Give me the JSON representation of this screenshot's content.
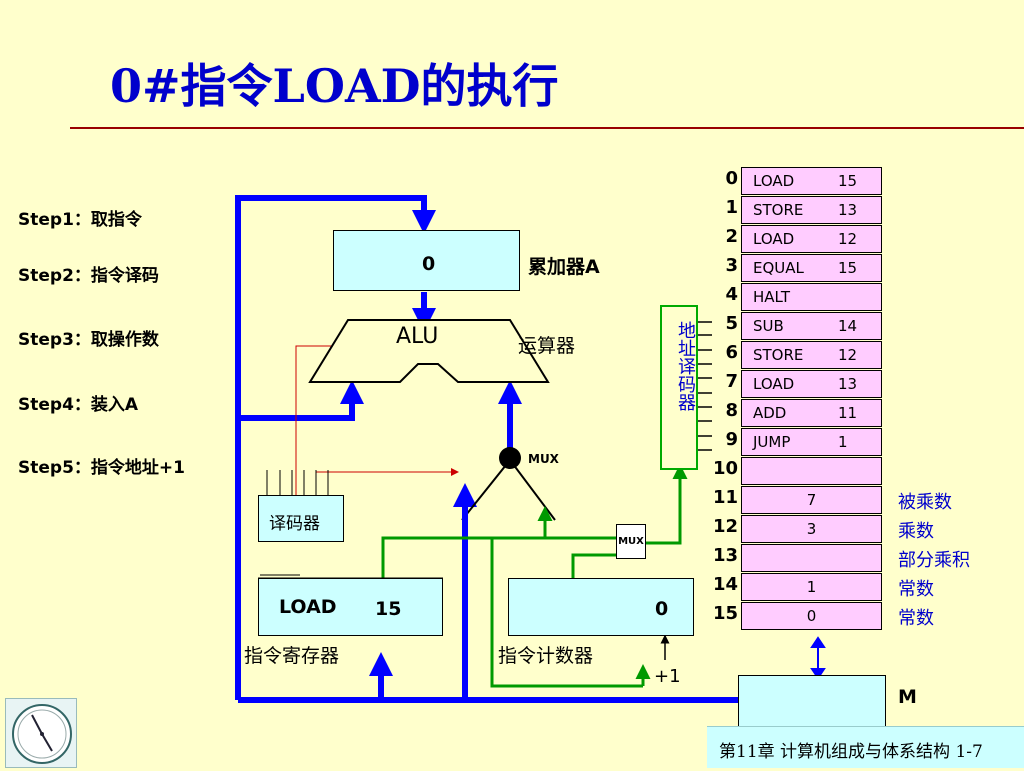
{
  "title": "0#指令LOAD的执行",
  "steps": [
    {
      "label": "Step1：取指令"
    },
    {
      "label": "Step2：指令译码"
    },
    {
      "label": "Step3：取操作数"
    },
    {
      "label": "Step4：装入A"
    },
    {
      "label": "Step5：指令地址+1"
    }
  ],
  "accumulator": {
    "value": "0",
    "label": "累加器A"
  },
  "alu": {
    "text": "ALU",
    "label": "运算器"
  },
  "mux_upper": "MUX",
  "mux_lower": "MUX",
  "decoder": {
    "label": "译码器"
  },
  "address_decoder": {
    "label": "地址译码器"
  },
  "instruction_register": {
    "op": "LOAD",
    "operand": "15",
    "label": "指令寄存器"
  },
  "program_counter": {
    "value": "0",
    "label": "指令计数器",
    "increment": "+1"
  },
  "memory": {
    "label": "M",
    "rows": [
      {
        "addr": "0",
        "op": "LOAD",
        "arg": "15",
        "value": "",
        "note": ""
      },
      {
        "addr": "1",
        "op": "STORE",
        "arg": "13",
        "value": "",
        "note": ""
      },
      {
        "addr": "2",
        "op": "LOAD",
        "arg": "12",
        "value": "",
        "note": ""
      },
      {
        "addr": "3",
        "op": "EQUAL",
        "arg": "15",
        "value": "",
        "note": ""
      },
      {
        "addr": "4",
        "op": "HALT",
        "arg": "",
        "value": "",
        "note": ""
      },
      {
        "addr": "5",
        "op": "SUB",
        "arg": "14",
        "value": "",
        "note": ""
      },
      {
        "addr": "6",
        "op": "STORE",
        "arg": "12",
        "value": "",
        "note": ""
      },
      {
        "addr": "7",
        "op": "LOAD",
        "arg": "13",
        "value": "",
        "note": ""
      },
      {
        "addr": "8",
        "op": "ADD",
        "arg": "11",
        "value": "",
        "note": ""
      },
      {
        "addr": "9",
        "op": "JUMP",
        "arg": "1",
        "value": "",
        "note": ""
      },
      {
        "addr": "10",
        "op": "",
        "arg": "",
        "value": "",
        "note": ""
      },
      {
        "addr": "11",
        "op": "",
        "arg": "",
        "value": "7",
        "note": "被乘数"
      },
      {
        "addr": "12",
        "op": "",
        "arg": "",
        "value": "3",
        "note": "乘数"
      },
      {
        "addr": "13",
        "op": "",
        "arg": "",
        "value": "",
        "note": "部分乘积"
      },
      {
        "addr": "14",
        "op": "",
        "arg": "",
        "value": "1",
        "note": "常数"
      },
      {
        "addr": "15",
        "op": "",
        "arg": "",
        "value": "0",
        "note": "常数"
      }
    ]
  },
  "footer": {
    "text": "第11章 计算机组成与体系结构  1-7"
  },
  "colors": {
    "background": "#ffffcc",
    "title": "#0000cc",
    "bus_blue": "#0000ff",
    "wire_green": "#009900",
    "wire_red": "#cc0000",
    "register_fill": "#ccffff",
    "memory_fill": "#ffccff",
    "note_text": "#0000cc"
  }
}
